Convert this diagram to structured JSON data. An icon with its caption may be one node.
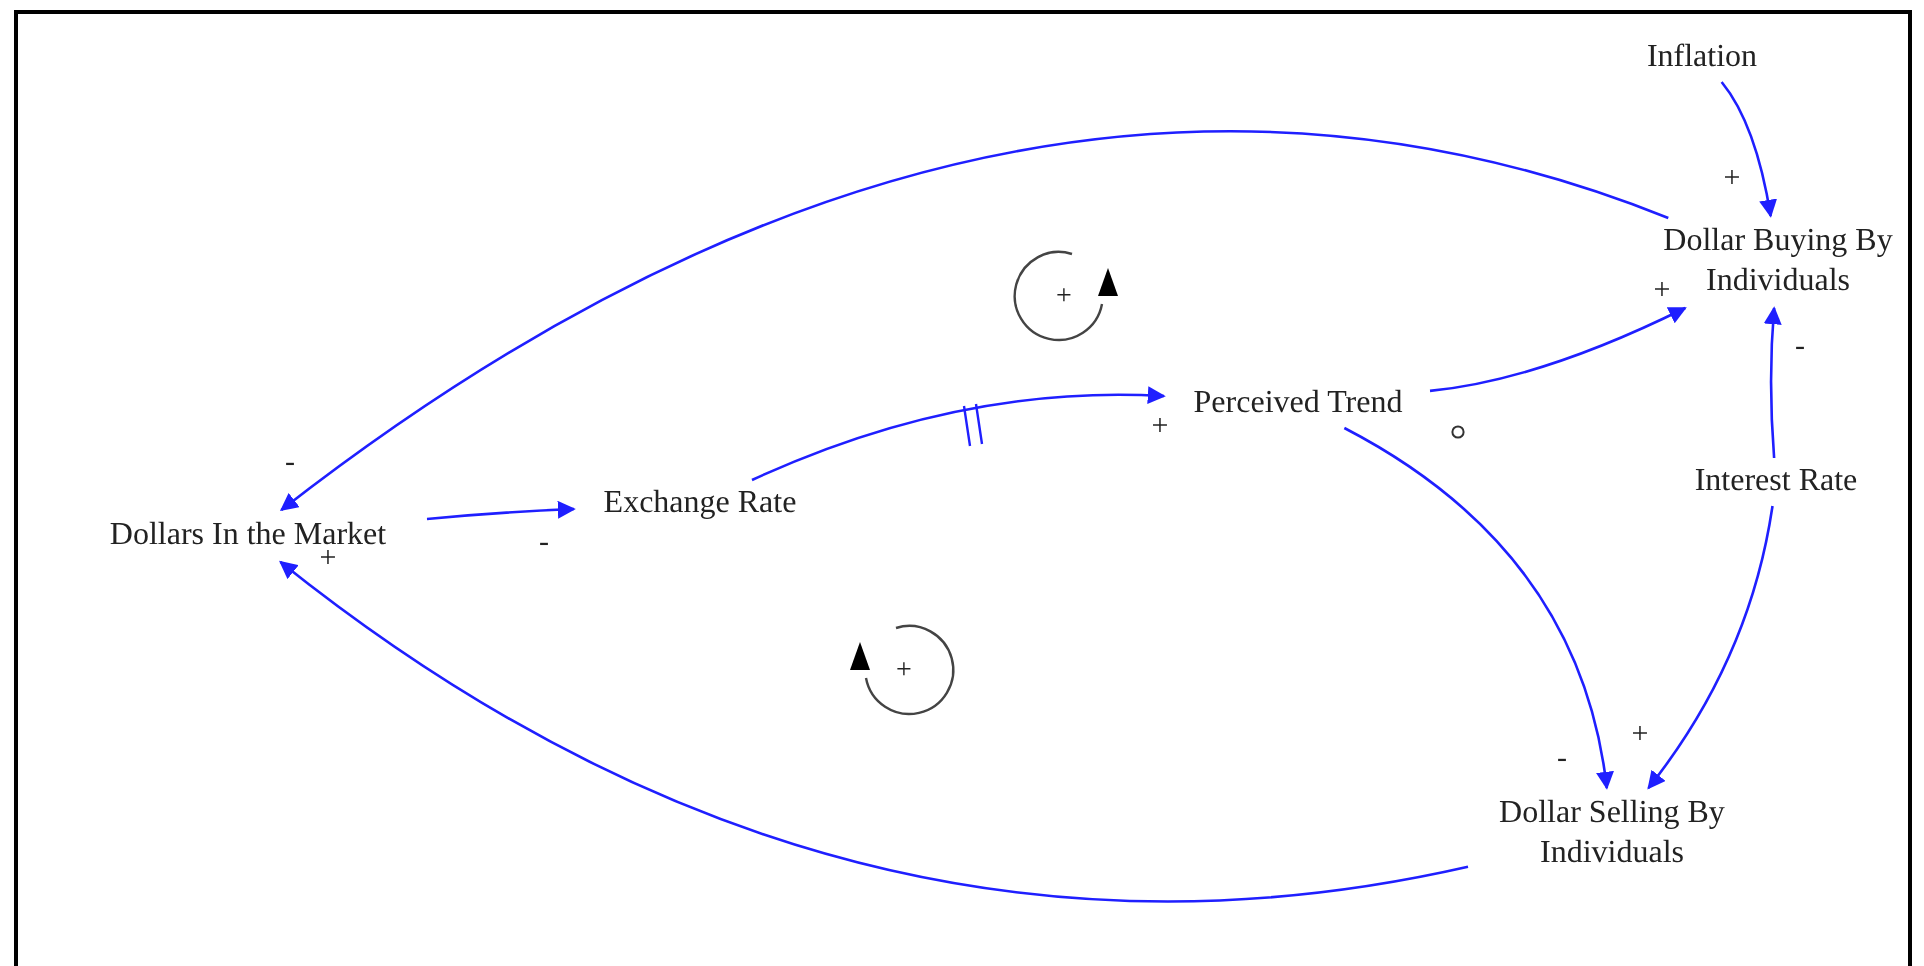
{
  "diagram": {
    "nodes": [
      {
        "text": [
          "Inflation"
        ]
      },
      {
        "text": [
          "Dollar Buying By Individuals"
        ]
      },
      {
        "text": [
          "Dollars In the Market"
        ]
      },
      {
        "text": [
          "Exchange Rate"
        ]
      },
      {
        "text": [
          "Perceived Trend"
        ]
      },
      {
        "text": [
          "Interest Rate"
        ]
      },
      {
        "text": [
          "Dollar Selling By Individuals"
        ]
      }
    ],
    "edges": [
      {
        "from": 0,
        "to": 1,
        "arrow": "to",
        "label": "+"
      },
      {
        "from": 1,
        "to": 2,
        "arrow": "to",
        "label": "-"
      },
      {
        "from": 2,
        "to": 3,
        "arrow": "to",
        "label": "-"
      },
      {
        "from": 3,
        "to": 4,
        "arrow": "to",
        "label": "+"
      },
      {
        "from": 4,
        "to": 1,
        "arrow": "to",
        "label": "+"
      },
      {
        "from": 5,
        "to": 1,
        "arrow": "to",
        "label": "-"
      },
      {
        "from": 4,
        "to": 6,
        "arrow": "to",
        "label": "-"
      },
      {
        "from": 5,
        "to": 6,
        "arrow": "to",
        "label": "+"
      },
      {
        "from": 6,
        "to": 2,
        "arrow": "to",
        "label": "+"
      }
    ],
    "labels": [
      "+",
      "+"
    ]
  }
}
